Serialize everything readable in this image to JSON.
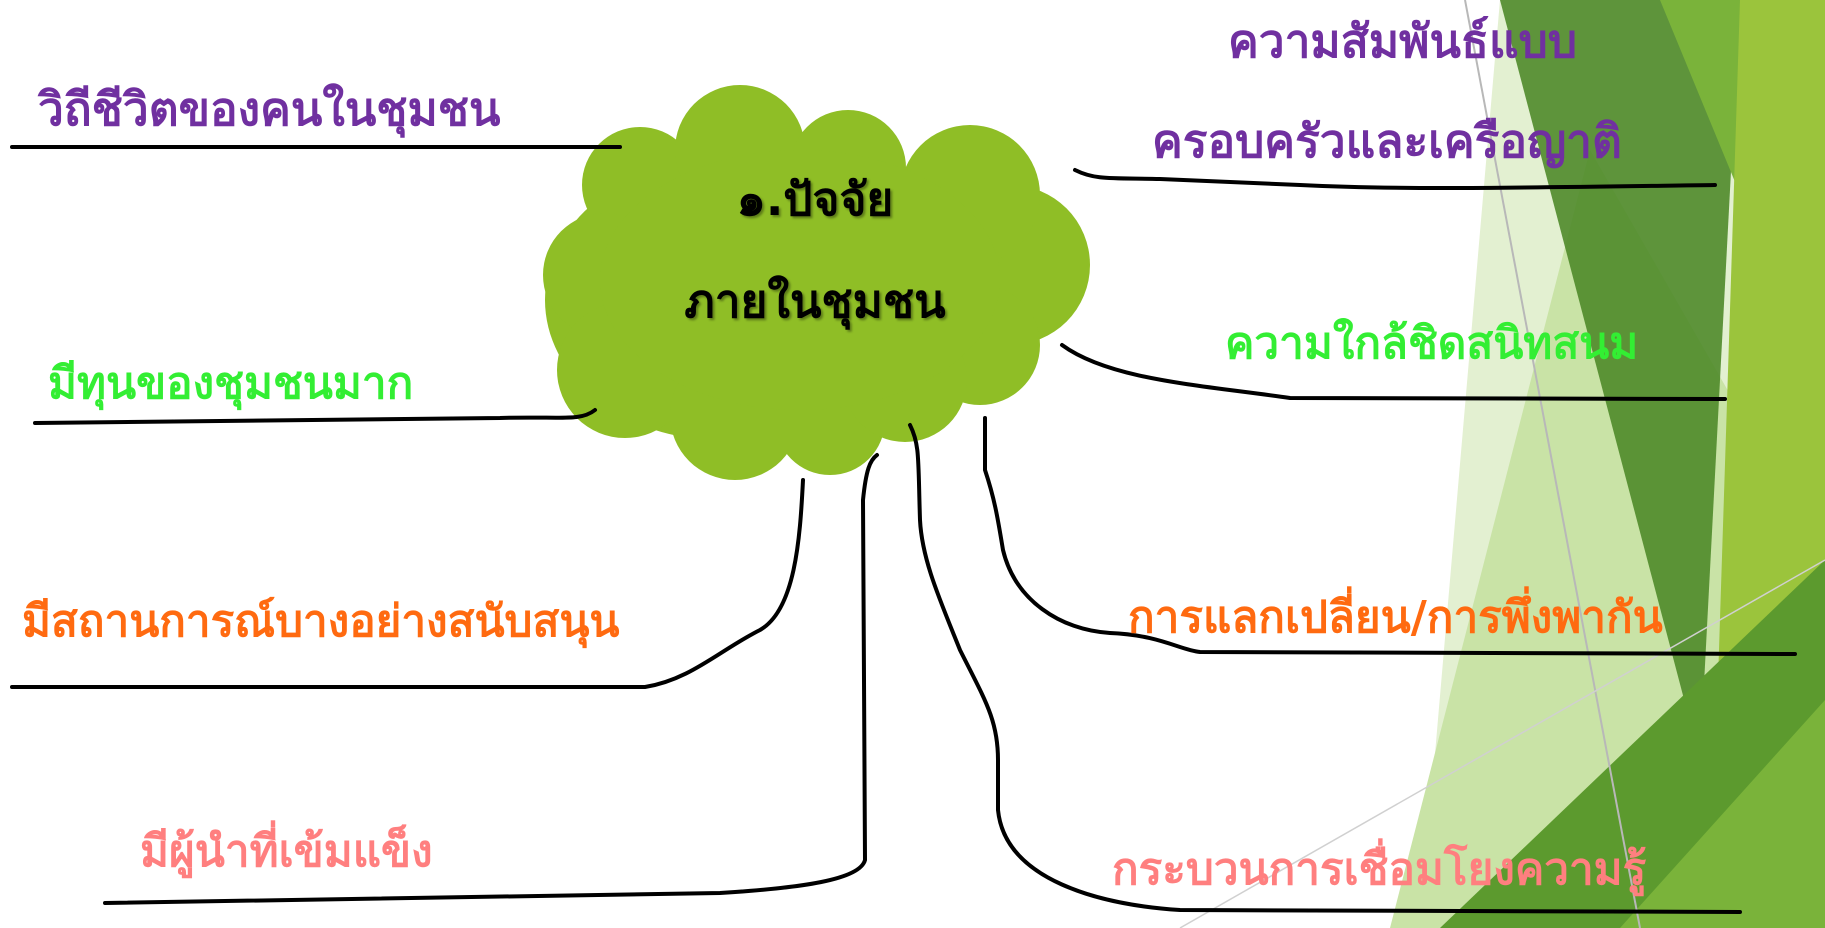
{
  "center_topic": {
    "line1": "๑.ปัจจัย",
    "line2": "ภายในชุมชน"
  },
  "branches": {
    "left_1": "วิถีชีวิตของคนในชุมชน",
    "left_2": "มีทุนของชุมชนมาก",
    "left_3": "มีสถานการณ์บางอย่างสนับสนุน",
    "left_4": "มีผู้นำที่เข้มแข็ง",
    "right_1_line1": "ความสัมพันธ์แบบ",
    "right_1_line2": "ครอบครัวและเครือญาติ",
    "right_2": "ความใกล้ชิดสนิทสนม",
    "right_3": "การแลกเปลี่ยน/การพึ่งพากัน",
    "right_4": "กระบวนการเชื่อมโยงความรู้"
  },
  "colors": {
    "cloud": "#8fbe26",
    "purple": "#7030a0",
    "green_text": "#33ee33",
    "orange": "#ff6a10",
    "salmon": "#ff7f7f",
    "line": "#000000",
    "deco_dark": "#4f8a2a",
    "deco_mid": "#7ab33a",
    "deco_light": "#c9e3a6",
    "deco_lime": "#9bc43c"
  }
}
